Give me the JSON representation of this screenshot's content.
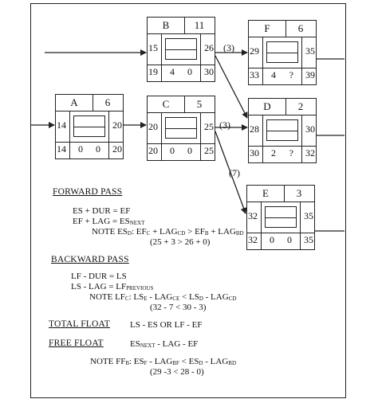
{
  "nodes": {
    "A": {
      "name": "A",
      "duration": "6",
      "es": "14",
      "ef": "20",
      "ls": "14",
      "lf": "20",
      "tf": "0",
      "ff": "0"
    },
    "B": {
      "name": "B",
      "duration": "11",
      "es": "15",
      "ef": "26",
      "ls": "19",
      "lf": "30",
      "tf": "4",
      "ff": "0"
    },
    "C": {
      "name": "C",
      "duration": "5",
      "es": "20",
      "ef": "25",
      "ls": "20",
      "lf": "25",
      "tf": "0",
      "ff": "0"
    },
    "D": {
      "name": "D",
      "duration": "2",
      "es": "28",
      "ef": "30",
      "ls": "30",
      "lf": "32",
      "tf": "2",
      "ff": "?"
    },
    "E": {
      "name": "E",
      "duration": "3",
      "es": "32",
      "ef": "35",
      "ls": "32",
      "lf": "35",
      "tf": "0",
      "ff": "0"
    },
    "F": {
      "name": "F",
      "duration": "6",
      "es": "29",
      "ef": "35",
      "ls": "33",
      "lf": "39",
      "tf": "4",
      "ff": "?"
    }
  },
  "lags": {
    "bf": "(3)",
    "cd": "(3)",
    "ce": "(7)"
  },
  "notes": {
    "forward": {
      "heading": "FORWARD PASS",
      "line1": "ES + DUR = EF",
      "line2_a": "EF + LAG = ES",
      "line2_sub": "NEXT",
      "note_a": "NOTE ES",
      "note_a_sub": "D",
      "note_b": ": EF",
      "note_b_sub": "C",
      "note_c": " + LAG",
      "note_c_sub": "CD",
      "note_d": " > EF",
      "note_d_sub": "B",
      "note_e": " + LAG",
      "note_e_sub": "BD",
      "calc": "(25 + 3 > 26 + 0)"
    },
    "backward": {
      "heading": "BACKWARD PASS",
      "line1": "LF - DUR = LS",
      "line2_a": "LS - LAG = LF",
      "line2_sub": "PREVIOUS",
      "note_a": "NOTE LF",
      "note_a_sub": "C",
      "note_b": ":  LS",
      "note_b_sub": "E",
      "note_c": " - LAG",
      "note_c_sub": "CE",
      "note_d": " < LS",
      "note_d_sub": "D",
      "note_e": " - LAG",
      "note_e_sub": "CD",
      "calc": "(32 - 7 < 30 - 3)"
    },
    "total_float": {
      "heading": "TOTAL FLOAT",
      "formula": "LS - ES  OR LF - EF"
    },
    "free_float": {
      "heading": "FREE FLOAT",
      "f_a": "ES",
      "f_sub": "NEXT",
      "f_b": " - LAG - EF",
      "note_a": "NOTE FF",
      "note_a_sub": "B",
      "note_b": ":  ES",
      "note_b_sub": "F",
      "note_c": " - LAG",
      "note_c_sub": "BF",
      "note_d": " < ES",
      "note_d_sub": "D",
      "note_e": " - LAG",
      "note_e_sub": "BD",
      "calc": "(29 -3 < 28 - 0)"
    }
  }
}
